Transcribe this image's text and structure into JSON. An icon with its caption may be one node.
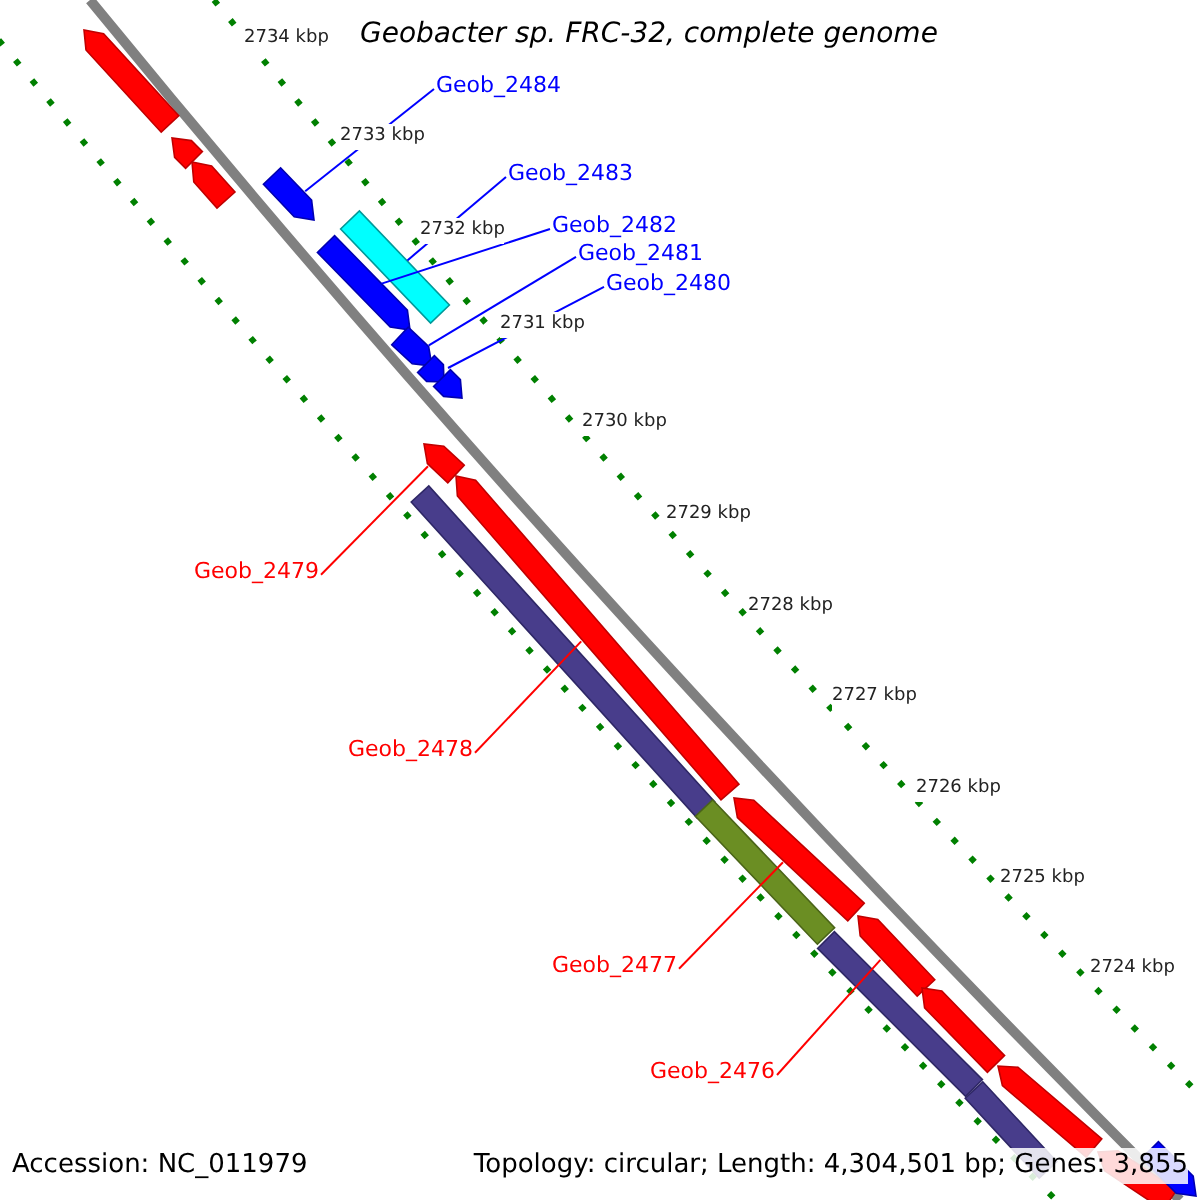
{
  "diagram": {
    "title": "Geobacter sp. FRC-32, complete genome",
    "nodes": [
      {
        "text": [
          "Geob_2484"
        ]
      },
      {
        "text": [
          "Geob_2483"
        ]
      },
      {
        "text": [
          "Geob_2482"
        ]
      },
      {
        "text": [
          "Geob_2481"
        ]
      },
      {
        "text": [
          "Geob_2480"
        ]
      },
      {
        "text": [
          "Geob_2479"
        ]
      },
      {
        "text": [
          "Geob_2478"
        ]
      },
      {
        "text": [
          "Geob_2477"
        ]
      },
      {
        "text": [
          "Geob_2476"
        ]
      },
      {
        "text": [],
        "shape": "bar"
      },
      {
        "text": [],
        "shape": "bar"
      },
      {
        "text": [],
        "shape": "bar"
      },
      {
        "text": [],
        "shape": "bar"
      },
      {
        "text": [],
        "shape": "bar"
      },
      {
        "text": [],
        "shape": "bar"
      },
      {
        "text": [],
        "shape": "bar"
      },
      {
        "text": [],
        "shape": "bar"
      },
      {
        "text": [],
        "shape": "bar"
      },
      {
        "text": [],
        "shape": "bar"
      },
      {
        "text": [],
        "shape": "bar"
      },
      {
        "text": [],
        "shape": "bar"
      },
      {
        "text": [],
        "shape": "bar"
      },
      {
        "text": [],
        "shape": "bar"
      },
      {
        "text": [],
        "shape": "bar"
      },
      {
        "text": [],
        "shape": "bar"
      },
      {
        "text": [],
        "shape": "bar"
      },
      {
        "text": [],
        "shape": "bar"
      },
      {
        "text": [],
        "shape": "bar"
      },
      {
        "text": [],
        "shape": "bar"
      },
      {
        "text": [],
        "shape": "bar"
      }
    ],
    "edges": [
      {
        "from": 0,
        "to": 9,
        "arrow": "none"
      },
      {
        "from": 1,
        "to": 10,
        "arrow": "none"
      },
      {
        "from": 2,
        "to": 11,
        "arrow": "none"
      },
      {
        "from": 3,
        "to": 12,
        "arrow": "none"
      },
      {
        "from": 4,
        "to": 13,
        "arrow": "none"
      },
      {
        "from": 5,
        "to": 14,
        "arrow": "none",
        "color": "#ff0000"
      },
      {
        "from": 6,
        "to": 15,
        "arrow": "none",
        "color": "#ff0000"
      },
      {
        "from": 7,
        "to": 16,
        "arrow": "none",
        "color": "#ff0000"
      },
      {
        "from": 8,
        "to": 17,
        "arrow": "none",
        "color": "#ff0000"
      }
    ],
    "labels": [
      "2734 kbp",
      "2733 kbp",
      "2732 kbp",
      "2731 kbp",
      "2730 kbp",
      "2729 kbp",
      "2728 kbp",
      "2727 kbp",
      "2726 kbp",
      "2725 kbp",
      "2724 kbp",
      "Accession: NC_011979",
      "Topology: circular; Length: 4,304,501 bp; Genes: 3,855"
    ]
  }
}
